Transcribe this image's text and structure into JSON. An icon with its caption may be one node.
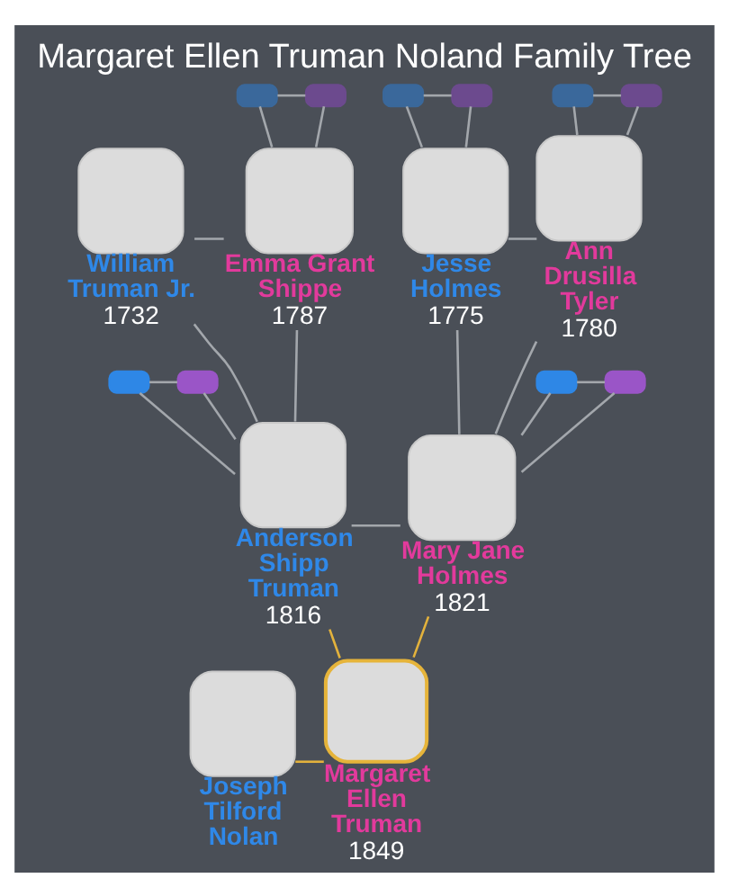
{
  "diagram": {
    "title": "Margaret Ellen Truman Noland Family Tree",
    "nodes": [
      {
        "text": [],
        "shape": "box"
      },
      {
        "text": [],
        "shape": "box"
      },
      {
        "text": [],
        "shape": "box"
      },
      {
        "text": [],
        "shape": "box"
      },
      {
        "text": [],
        "shape": "box"
      },
      {
        "text": [],
        "shape": "box"
      },
      {
        "text": [
          "William Truman Jr.",
          "1732"
        ]
      },
      {
        "text": [
          "Emma Grant Shippe",
          "1787"
        ]
      },
      {
        "text": [
          "Jesse Holmes",
          "1775"
        ]
      },
      {
        "text": [
          "Ann Drusilla Tyler",
          "1780"
        ]
      },
      {
        "text": [],
        "shape": "box"
      },
      {
        "text": [],
        "shape": "box"
      },
      {
        "text": [],
        "shape": "box"
      },
      {
        "text": [],
        "shape": "box"
      },
      {
        "text": [
          "Anderson Shipp Truman",
          "1816"
        ]
      },
      {
        "text": [
          "Mary Jane Holmes",
          "1821"
        ]
      },
      {
        "text": [
          "Joseph Tilford Nolan"
        ]
      },
      {
        "text": [
          "Margaret Ellen Truman",
          "1849"
        ]
      }
    ],
    "edges": [
      {
        "from": 0,
        "to": 1,
        "arrow": "none"
      },
      {
        "from": 0,
        "to": 7,
        "arrow": "none"
      },
      {
        "from": 1,
        "to": 7,
        "arrow": "none"
      },
      {
        "from": 2,
        "to": 3,
        "arrow": "none"
      },
      {
        "from": 2,
        "to": 8,
        "arrow": "none"
      },
      {
        "from": 3,
        "to": 8,
        "arrow": "none"
      },
      {
        "from": 4,
        "to": 5,
        "arrow": "none"
      },
      {
        "from": 4,
        "to": 9,
        "arrow": "none"
      },
      {
        "from": 5,
        "to": 9,
        "arrow": "none"
      },
      {
        "from": 6,
        "to": 7,
        "arrow": "none"
      },
      {
        "from": 8,
        "to": 9,
        "arrow": "none"
      },
      {
        "from": 6,
        "to": 14,
        "arrow": "none"
      },
      {
        "from": 7,
        "to": 14,
        "arrow": "none"
      },
      {
        "from": 8,
        "to": 15,
        "arrow": "none"
      },
      {
        "from": 9,
        "to": 15,
        "arrow": "none"
      },
      {
        "from": 10,
        "to": 11,
        "arrow": "none"
      },
      {
        "from": 10,
        "to": 14,
        "arrow": "none"
      },
      {
        "from": 11,
        "to": 14,
        "arrow": "none"
      },
      {
        "from": 12,
        "to": 13,
        "arrow": "none"
      },
      {
        "from": 12,
        "to": 15,
        "arrow": "none"
      },
      {
        "from": 13,
        "to": 15,
        "arrow": "none"
      },
      {
        "from": 14,
        "to": 15,
        "arrow": "none"
      },
      {
        "from": 14,
        "to": 17,
        "arrow": "none",
        "color": "#e3b23c"
      },
      {
        "from": 15,
        "to": 17,
        "arrow": "none",
        "color": "#e3b23c"
      },
      {
        "from": 16,
        "to": 17,
        "arrow": "none",
        "color": "#e3b23c"
      }
    ]
  }
}
